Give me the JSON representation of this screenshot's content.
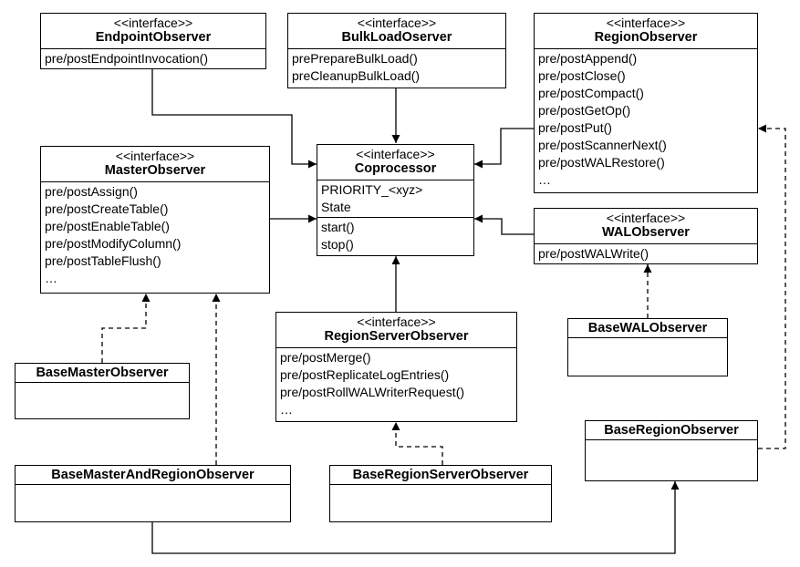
{
  "stereotype": "<<interface>>",
  "interfaces": {
    "endpoint": {
      "name": "EndpointObserver",
      "methods": [
        "pre/postEndpointInvocation()"
      ]
    },
    "bulkload": {
      "name": "BulkLoadOserver",
      "methods": [
        "prePrepareBulkLoad()",
        "preCleanupBulkLoad()"
      ]
    },
    "region": {
      "name": "RegionObserver",
      "methods": [
        "pre/postAppend()",
        "pre/postClose()",
        "pre/postCompact()",
        "pre/postGetOp()",
        "pre/postPut()",
        "pre/postScannerNext()",
        "pre/postWALRestore()",
        "…"
      ]
    },
    "master": {
      "name": "MasterObserver",
      "methods": [
        "pre/postAssign()",
        "pre/postCreateTable()",
        "pre/postEnableTable()",
        "pre/postModifyColumn()",
        "pre/postTableFlush()",
        "…"
      ]
    },
    "coprocessor": {
      "name": "Coprocessor",
      "fields": [
        "PRIORITY_<xyz>",
        "State"
      ],
      "methods": [
        "start()",
        "stop()"
      ]
    },
    "wal": {
      "name": "WALObserver",
      "methods": [
        "pre/postWALWrite()"
      ]
    },
    "regionserver": {
      "name": "RegionServerObserver",
      "methods": [
        "pre/postMerge()",
        "pre/postReplicateLogEntries()",
        "pre/postRollWALWriterRequest()",
        "…"
      ]
    }
  },
  "classes": {
    "baseWal": {
      "name": "BaseWALObserver"
    },
    "baseMaster": {
      "name": "BaseMasterObserver"
    },
    "baseRegion": {
      "name": "BaseRegionObserver"
    },
    "baseMasterRegion": {
      "name": "BaseMasterAndRegionObserver"
    },
    "baseRegionServer": {
      "name": "BaseRegionServerObserver"
    }
  },
  "colors": {
    "line": "#000000",
    "background": "#ffffff"
  }
}
